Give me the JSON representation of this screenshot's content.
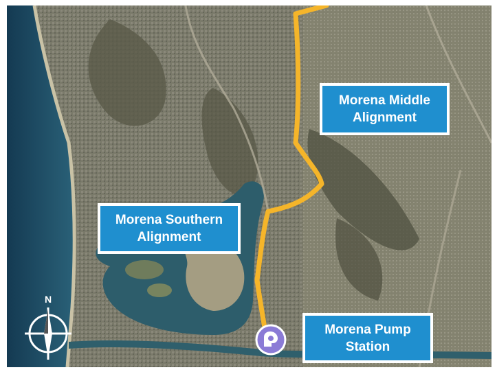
{
  "labels": {
    "middle_line1": "Morena Middle",
    "middle_line2": "Alignment",
    "southern_line1": "Morena Southern",
    "southern_line2": "Alignment",
    "pump_line1": "Morena Pump",
    "pump_line2": "Station"
  },
  "compass": {
    "north_label": "N"
  },
  "icons": {
    "pump": "pump-station-icon",
    "compass": "compass-rose-icon"
  },
  "colors": {
    "route": "#f5b52a",
    "label_fill": "#1f8fcf",
    "label_border": "#ffffff",
    "pump_marker": "#8b7bd6",
    "ocean": "#1d4a63",
    "bay": "#2e5e6e",
    "land": "#6e6f5e"
  }
}
